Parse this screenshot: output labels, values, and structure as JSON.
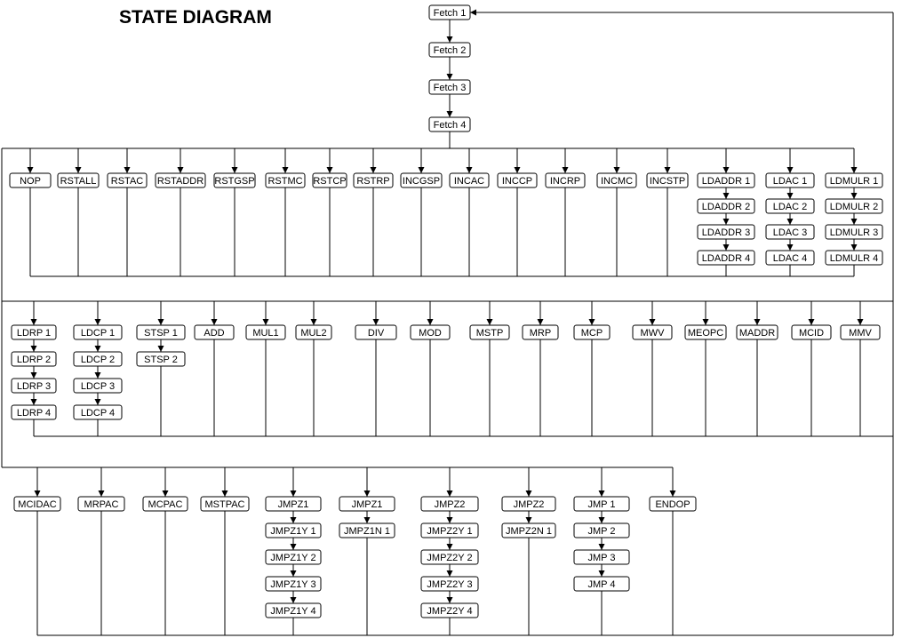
{
  "title": "STATE DIAGRAM",
  "fetch": [
    "Fetch 1",
    "Fetch 2",
    "Fetch 3",
    "Fetch 4"
  ],
  "rows": [
    {
      "name": "row1",
      "columns": [
        [
          "NOP"
        ],
        [
          "RSTALL"
        ],
        [
          "RSTAC"
        ],
        [
          "RSTADDR"
        ],
        [
          "RSTGSP"
        ],
        [
          "RSTMC"
        ],
        [
          "RSTCP"
        ],
        [
          "RSTRP"
        ],
        [
          "INCGSP"
        ],
        [
          "INCAC"
        ],
        [
          "INCCP"
        ],
        [
          "INCRP"
        ],
        [
          "INCMC"
        ],
        [
          "INCSTP"
        ],
        [
          "LDADDR  1",
          "LDADDR  2",
          "LDADDR  3",
          "LDADDR  4"
        ],
        [
          "LDAC  1",
          "LDAC  2",
          "LDAC  3",
          "LDAC  4"
        ],
        [
          "LDMULR  1",
          "LDMULR  2",
          "LDMULR  3",
          "LDMULR  4"
        ]
      ]
    },
    {
      "name": "row2",
      "columns": [
        [
          "LDRP  1",
          "LDRP  2",
          "LDRP  3",
          "LDRP  4"
        ],
        [
          "LDCP  1",
          "LDCP  2",
          "LDCP  3",
          "LDCP  4"
        ],
        [
          "STSP  1",
          "STSP  2"
        ],
        [
          "ADD"
        ],
        [
          "MUL1"
        ],
        [
          "MUL2"
        ],
        [
          "DIV"
        ],
        [
          "MOD"
        ],
        [
          "MSTP"
        ],
        [
          "MRP"
        ],
        [
          "MCP"
        ],
        [
          "MWV"
        ],
        [
          "MEOPC"
        ],
        [
          "MADDR"
        ],
        [
          "MCID"
        ],
        [
          "MMV"
        ]
      ]
    },
    {
      "name": "row3",
      "columns": [
        [
          "MCIDAC"
        ],
        [
          "MRPAC"
        ],
        [
          "MCPAC"
        ],
        [
          "MSTPAC"
        ],
        [
          "JMPZ1",
          "JMPZ1Y  1",
          "JMPZ1Y  2",
          "JMPZ1Y  3",
          "JMPZ1Y  4"
        ],
        [
          "JMPZ1",
          "JMPZ1N 1"
        ],
        [
          "JMPZ2",
          "JMPZ2Y  1",
          "JMPZ2Y  2",
          "JMPZ2Y  3",
          "JMPZ2Y  4"
        ],
        [
          "JMPZ2",
          "JMPZ2N  1"
        ],
        [
          "JMP  1",
          "JMP  2",
          "JMP  3",
          "JMP  4"
        ],
        [
          "ENDOP"
        ]
      ]
    }
  ]
}
